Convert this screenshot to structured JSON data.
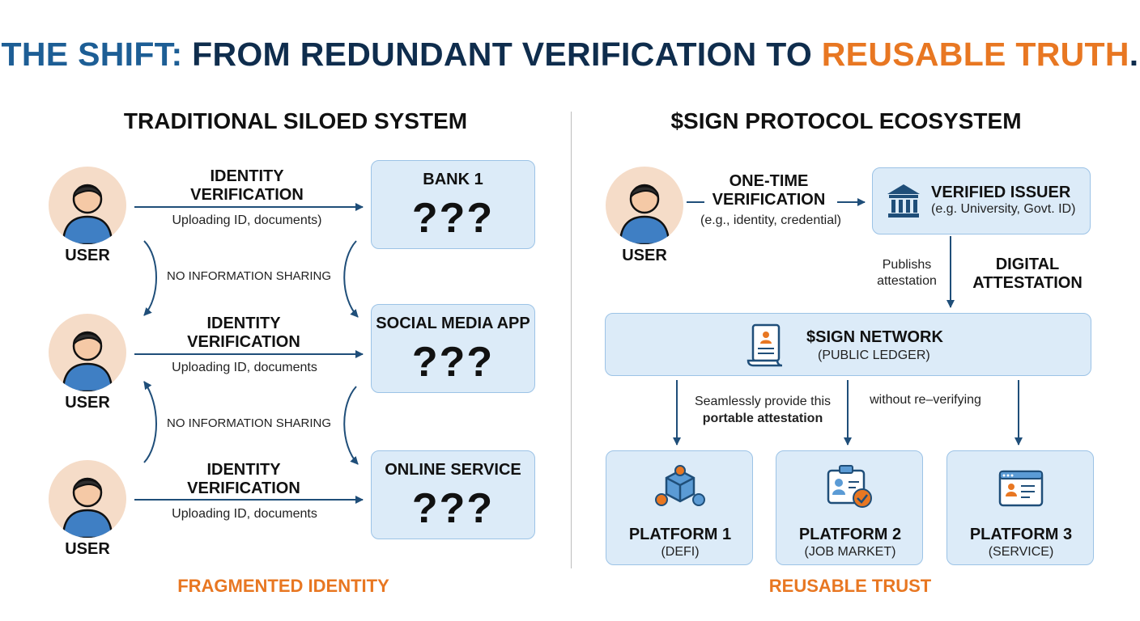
{
  "title": {
    "part1": "THE SHIFT:",
    "part2": " FROM REDUNDANT VERIFICATION TO ",
    "part3": "REUSABLE TRUTH",
    "part4": "."
  },
  "left": {
    "heading": "TRADITIONAL SILOED SYSTEM",
    "users": [
      {
        "label": "USER",
        "action_line1": "IDENTITY",
        "action_line2": "VERIFICATION",
        "detail": "Uploading ID, documents)",
        "target": "BANK 1",
        "unknown": "???"
      },
      {
        "label": "USER",
        "action_line1": "IDENTITY",
        "action_line2": "VERIFICATION",
        "detail": "Uploading ID, documents",
        "target": "SOCIAL MEDIA APP",
        "unknown": "???"
      },
      {
        "label": "USER",
        "action_line1": "IDENTITY",
        "action_line2": "VERIFICATION",
        "detail": "Uploading ID, documents",
        "target": "ONLINE SERVICE",
        "unknown": "???"
      }
    ],
    "no_sharing": [
      "NO INFORMATION SHARING",
      "NO INFORMATION SHARING"
    ],
    "footer": "FRAGMENTED IDENTITY"
  },
  "right": {
    "heading": "$SIGN PROTOCOL ECOSYSTEM",
    "user_label": "USER",
    "one_time_line1": "ONE-TIME",
    "one_time_line2": "VERIFICATION",
    "one_time_detail": "(e.g., identity, credential)",
    "issuer_title": "VERIFIED ISSUER",
    "issuer_detail": "(e.g. University, Govt. ID)",
    "publishes_line1": "Publishs",
    "publishes_line2": "attestation",
    "digital_line1": "DIGITAL",
    "digital_line2": "ATTESTATION",
    "network_title": "$SIGN NETWORK",
    "network_detail": "(PUBLIC LEDGER)",
    "seamless_line1": "Seamlessly provide this",
    "seamless_line2": "portable attestation",
    "without": "without re–verifying",
    "platforms": [
      {
        "title": "PLATFORM 1",
        "sub": "(DEFI)",
        "icon": "defi-cube-icon"
      },
      {
        "title": "PLATFORM 2",
        "sub": "(JOB MARKET)",
        "icon": "id-badge-check-icon"
      },
      {
        "title": "PLATFORM 3",
        "sub": "(SERVICE)",
        "icon": "browser-profile-icon"
      }
    ],
    "footer": "REUSABLE TRUST"
  },
  "colors": {
    "blue": "#1d5e95",
    "navy": "#0f2d4d",
    "orange": "#e87722",
    "box_fill": "#dcebf8",
    "box_border": "#9cc3e6",
    "arrow": "#1f4e79"
  }
}
